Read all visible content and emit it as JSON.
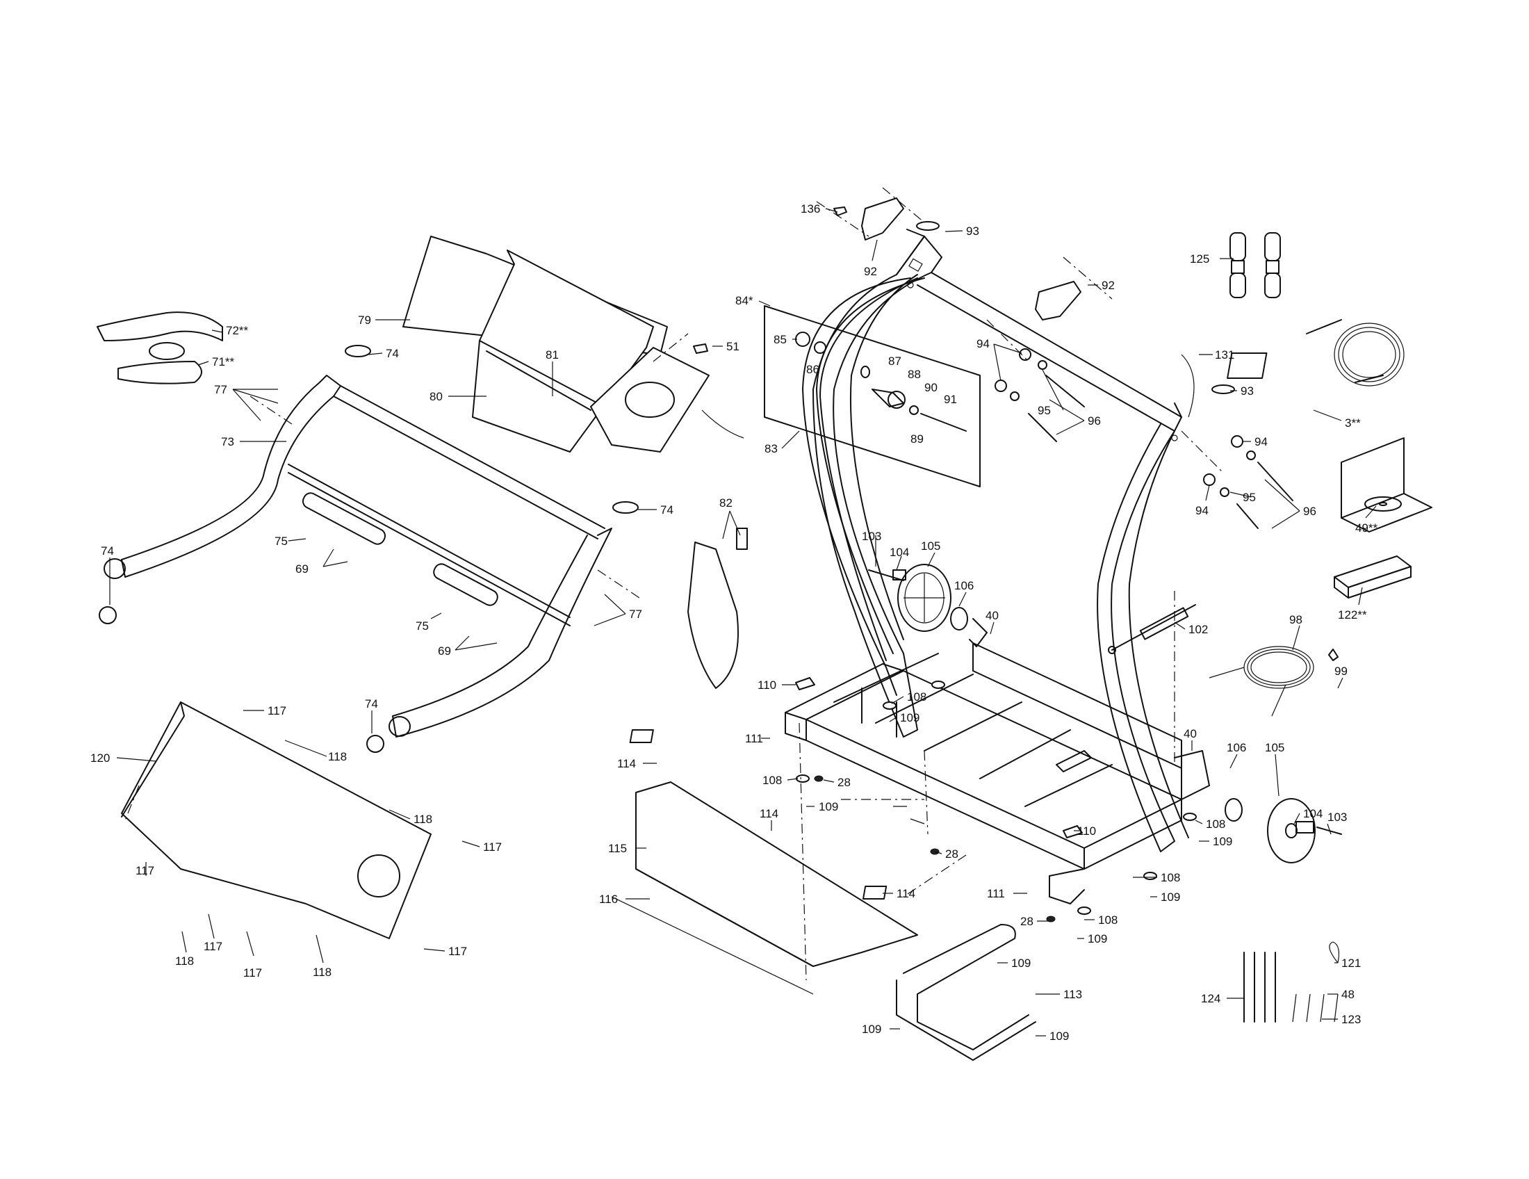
{
  "callouts": [
    {
      "id": "c136",
      "text": "136"
    },
    {
      "id": "c92a",
      "text": "92"
    },
    {
      "id": "c93a",
      "text": "93"
    },
    {
      "id": "c92b",
      "text": "92"
    },
    {
      "id": "c125",
      "text": "125"
    },
    {
      "id": "c84",
      "text": "84*"
    },
    {
      "id": "c85",
      "text": "85"
    },
    {
      "id": "c86",
      "text": "86"
    },
    {
      "id": "c87",
      "text": "87"
    },
    {
      "id": "c88",
      "text": "88"
    },
    {
      "id": "c90",
      "text": "90"
    },
    {
      "id": "c91",
      "text": "91"
    },
    {
      "id": "c89",
      "text": "89"
    },
    {
      "id": "c94a",
      "text": "94"
    },
    {
      "id": "c95a",
      "text": "95"
    },
    {
      "id": "c96a",
      "text": "96"
    },
    {
      "id": "c131",
      "text": "131"
    },
    {
      "id": "c93b",
      "text": "93"
    },
    {
      "id": "c3",
      "text": "3**"
    },
    {
      "id": "c94b",
      "text": "94"
    },
    {
      "id": "c94c",
      "text": "94"
    },
    {
      "id": "c95b",
      "text": "95"
    },
    {
      "id": "c96b",
      "text": "96"
    },
    {
      "id": "c49",
      "text": "49**"
    },
    {
      "id": "c122",
      "text": "122**"
    },
    {
      "id": "c72",
      "text": "72**"
    },
    {
      "id": "c71",
      "text": "71**"
    },
    {
      "id": "c79",
      "text": "79"
    },
    {
      "id": "c74a",
      "text": "74"
    },
    {
      "id": "c51",
      "text": "51"
    },
    {
      "id": "c81",
      "text": "81"
    },
    {
      "id": "c80",
      "text": "80"
    },
    {
      "id": "c77a",
      "text": "77"
    },
    {
      "id": "c73",
      "text": "73"
    },
    {
      "id": "c74b",
      "text": "74"
    },
    {
      "id": "c74c",
      "text": "74"
    },
    {
      "id": "c75a",
      "text": "75"
    },
    {
      "id": "c69a",
      "text": "69"
    },
    {
      "id": "c75b",
      "text": "75"
    },
    {
      "id": "c69b",
      "text": "69"
    },
    {
      "id": "c77b",
      "text": "77"
    },
    {
      "id": "c74d",
      "text": "74"
    },
    {
      "id": "c82",
      "text": "82"
    },
    {
      "id": "c83",
      "text": "83"
    },
    {
      "id": "c103a",
      "text": "103"
    },
    {
      "id": "c104a",
      "text": "104"
    },
    {
      "id": "c105a",
      "text": "105"
    },
    {
      "id": "c106a",
      "text": "106"
    },
    {
      "id": "c40a",
      "text": "40"
    },
    {
      "id": "c102",
      "text": "102"
    },
    {
      "id": "c98",
      "text": "98"
    },
    {
      "id": "c99",
      "text": "99"
    },
    {
      "id": "c110a",
      "text": "110"
    },
    {
      "id": "c108a",
      "text": "108"
    },
    {
      "id": "c109a",
      "text": "109"
    },
    {
      "id": "c111a",
      "text": "111"
    },
    {
      "id": "c40b",
      "text": "40"
    },
    {
      "id": "c106b",
      "text": "106"
    },
    {
      "id": "c105b",
      "text": "105"
    },
    {
      "id": "c104b",
      "text": "104"
    },
    {
      "id": "c103b",
      "text": "103"
    },
    {
      "id": "c114a",
      "text": "114"
    },
    {
      "id": "c108b",
      "text": "108"
    },
    {
      "id": "c28a",
      "text": "28"
    },
    {
      "id": "c109b",
      "text": "109"
    },
    {
      "id": "c114b",
      "text": "114"
    },
    {
      "id": "c108c",
      "text": "108"
    },
    {
      "id": "c109c",
      "text": "109"
    },
    {
      "id": "c110b",
      "text": "110"
    },
    {
      "id": "c115",
      "text": "115"
    },
    {
      "id": "c28b",
      "text": "28"
    },
    {
      "id": "c108d",
      "text": "108"
    },
    {
      "id": "c109d",
      "text": "109"
    },
    {
      "id": "c116",
      "text": "116"
    },
    {
      "id": "c114c",
      "text": "114"
    },
    {
      "id": "c111b",
      "text": "111"
    },
    {
      "id": "c28c",
      "text": "28"
    },
    {
      "id": "c108e",
      "text": "108"
    },
    {
      "id": "c109e",
      "text": "109"
    },
    {
      "id": "c109f",
      "text": "109"
    },
    {
      "id": "c113",
      "text": "113"
    },
    {
      "id": "c109g",
      "text": "109"
    },
    {
      "id": "c109h",
      "text": "109"
    },
    {
      "id": "c121",
      "text": "121"
    },
    {
      "id": "c48",
      "text": "48"
    },
    {
      "id": "c124",
      "text": "124"
    },
    {
      "id": "c123",
      "text": "123"
    },
    {
      "id": "c117a",
      "text": "117"
    },
    {
      "id": "c118a",
      "text": "118"
    },
    {
      "id": "c120",
      "text": "120"
    },
    {
      "id": "c118b",
      "text": "118"
    },
    {
      "id": "c117b",
      "text": "117"
    },
    {
      "id": "c117c",
      "text": "117"
    },
    {
      "id": "c118c",
      "text": "118"
    },
    {
      "id": "c117d",
      "text": "117"
    },
    {
      "id": "c117e",
      "text": "117"
    },
    {
      "id": "c118d",
      "text": "118"
    },
    {
      "id": "c117f",
      "text": "117"
    }
  ]
}
